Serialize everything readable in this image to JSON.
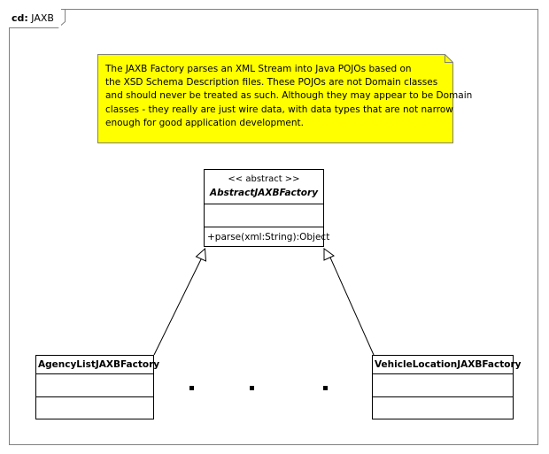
{
  "diagram": {
    "frame_label_prefix": "cd:",
    "frame_label_name": "JAXB",
    "note_text": "The JAXB Factory parses an XML Stream into Java POJOs based on\nthe XSD Schema Description files. These POJOs are not Domain classes\nand should never be treated as such. Although they may appear to be Domain\nclasses - they really are just wire data, with data types that are not narrow\nenough for good application development.",
    "note_color": "#ffff00",
    "abstract_class": {
      "stereotype": "<< abstract >>",
      "name": "AbstractJAXBFactory",
      "operation": "+parse(xml:String):Object"
    },
    "subclasses": [
      {
        "name": "AgencyListJAXBFactory"
      },
      {
        "name": "VehicleLocationJAXBFactory"
      }
    ]
  }
}
